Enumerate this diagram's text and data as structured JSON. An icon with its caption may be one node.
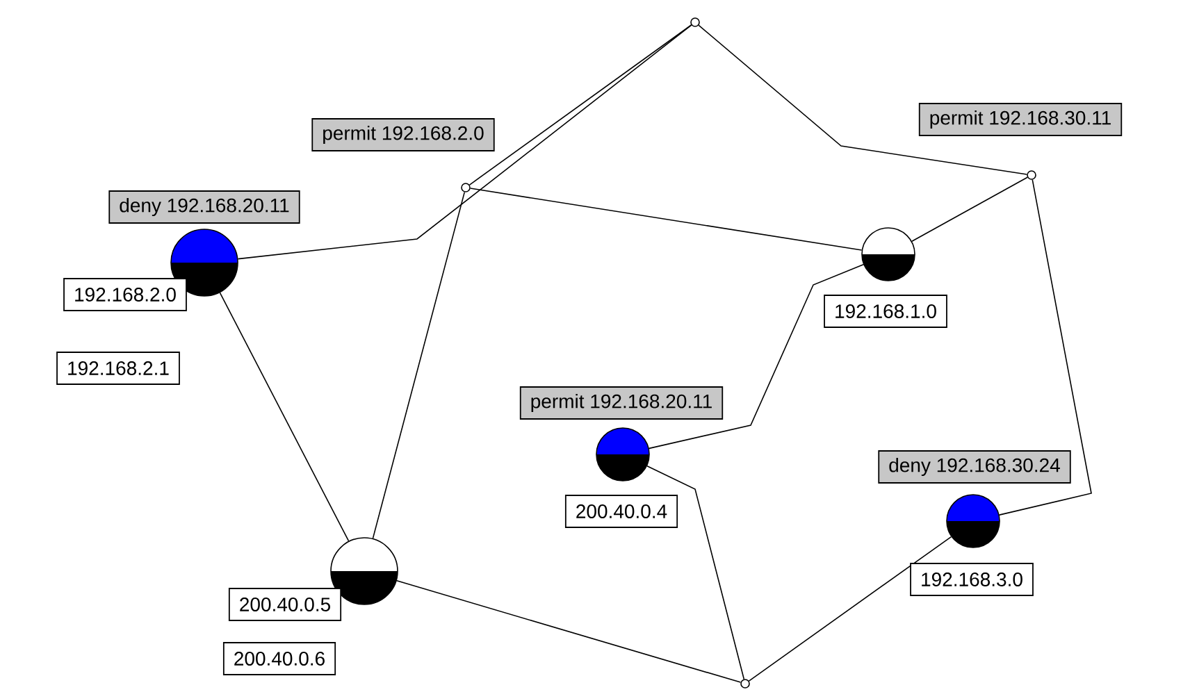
{
  "diagram": {
    "nodes": [
      {
        "text": [],
        "shape": "circle"
      },
      {
        "text": [
          "permit 192.168.2.0"
        ]
      },
      {
        "text": [
          "permit 192.168.30.11"
        ]
      },
      {
        "text": [],
        "shape": "circle"
      },
      {
        "text": [],
        "shape": "circle"
      },
      {
        "text": [
          "deny 192.168.20.11"
        ]
      },
      {
        "text": [],
        "shape": "circle"
      },
      {
        "text": [],
        "shape": "circle"
      },
      {
        "text": [
          "192.168.2.0"
        ]
      },
      {
        "text": [
          "192.168.1.0"
        ]
      },
      {
        "text": [
          "192.168.2.1"
        ]
      },
      {
        "text": [
          "permit 192.168.20.11"
        ]
      },
      {
        "text": [],
        "shape": "circle"
      },
      {
        "text": [
          "deny 192.168.30.24"
        ]
      },
      {
        "text": [
          "200.40.0.4"
        ]
      },
      {
        "text": [],
        "shape": "circle"
      },
      {
        "text": [],
        "shape": "circle"
      },
      {
        "text": [
          "192.168.3.0"
        ]
      },
      {
        "text": [
          "200.40.0.5"
        ]
      },
      {
        "text": [
          "200.40.0.6"
        ]
      },
      {
        "text": [],
        "shape": "circle"
      }
    ],
    "edges": [
      {
        "from": 6,
        "to": 0,
        "arrow": "none"
      },
      {
        "from": 3,
        "to": 0,
        "arrow": "none"
      },
      {
        "from": 0,
        "to": 4,
        "arrow": "none"
      },
      {
        "from": 3,
        "to": 7,
        "arrow": "none"
      },
      {
        "from": 3,
        "to": 16,
        "arrow": "none"
      },
      {
        "from": 4,
        "to": 7,
        "arrow": "none"
      },
      {
        "from": 4,
        "to": 15,
        "arrow": "none"
      },
      {
        "from": 7,
        "to": 12,
        "arrow": "none"
      },
      {
        "from": 6,
        "to": 16,
        "arrow": "none"
      },
      {
        "from": 16,
        "to": 20,
        "arrow": "none"
      },
      {
        "from": 12,
        "to": 20,
        "arrow": "none"
      },
      {
        "from": 15,
        "to": 20,
        "arrow": "none"
      }
    ]
  }
}
